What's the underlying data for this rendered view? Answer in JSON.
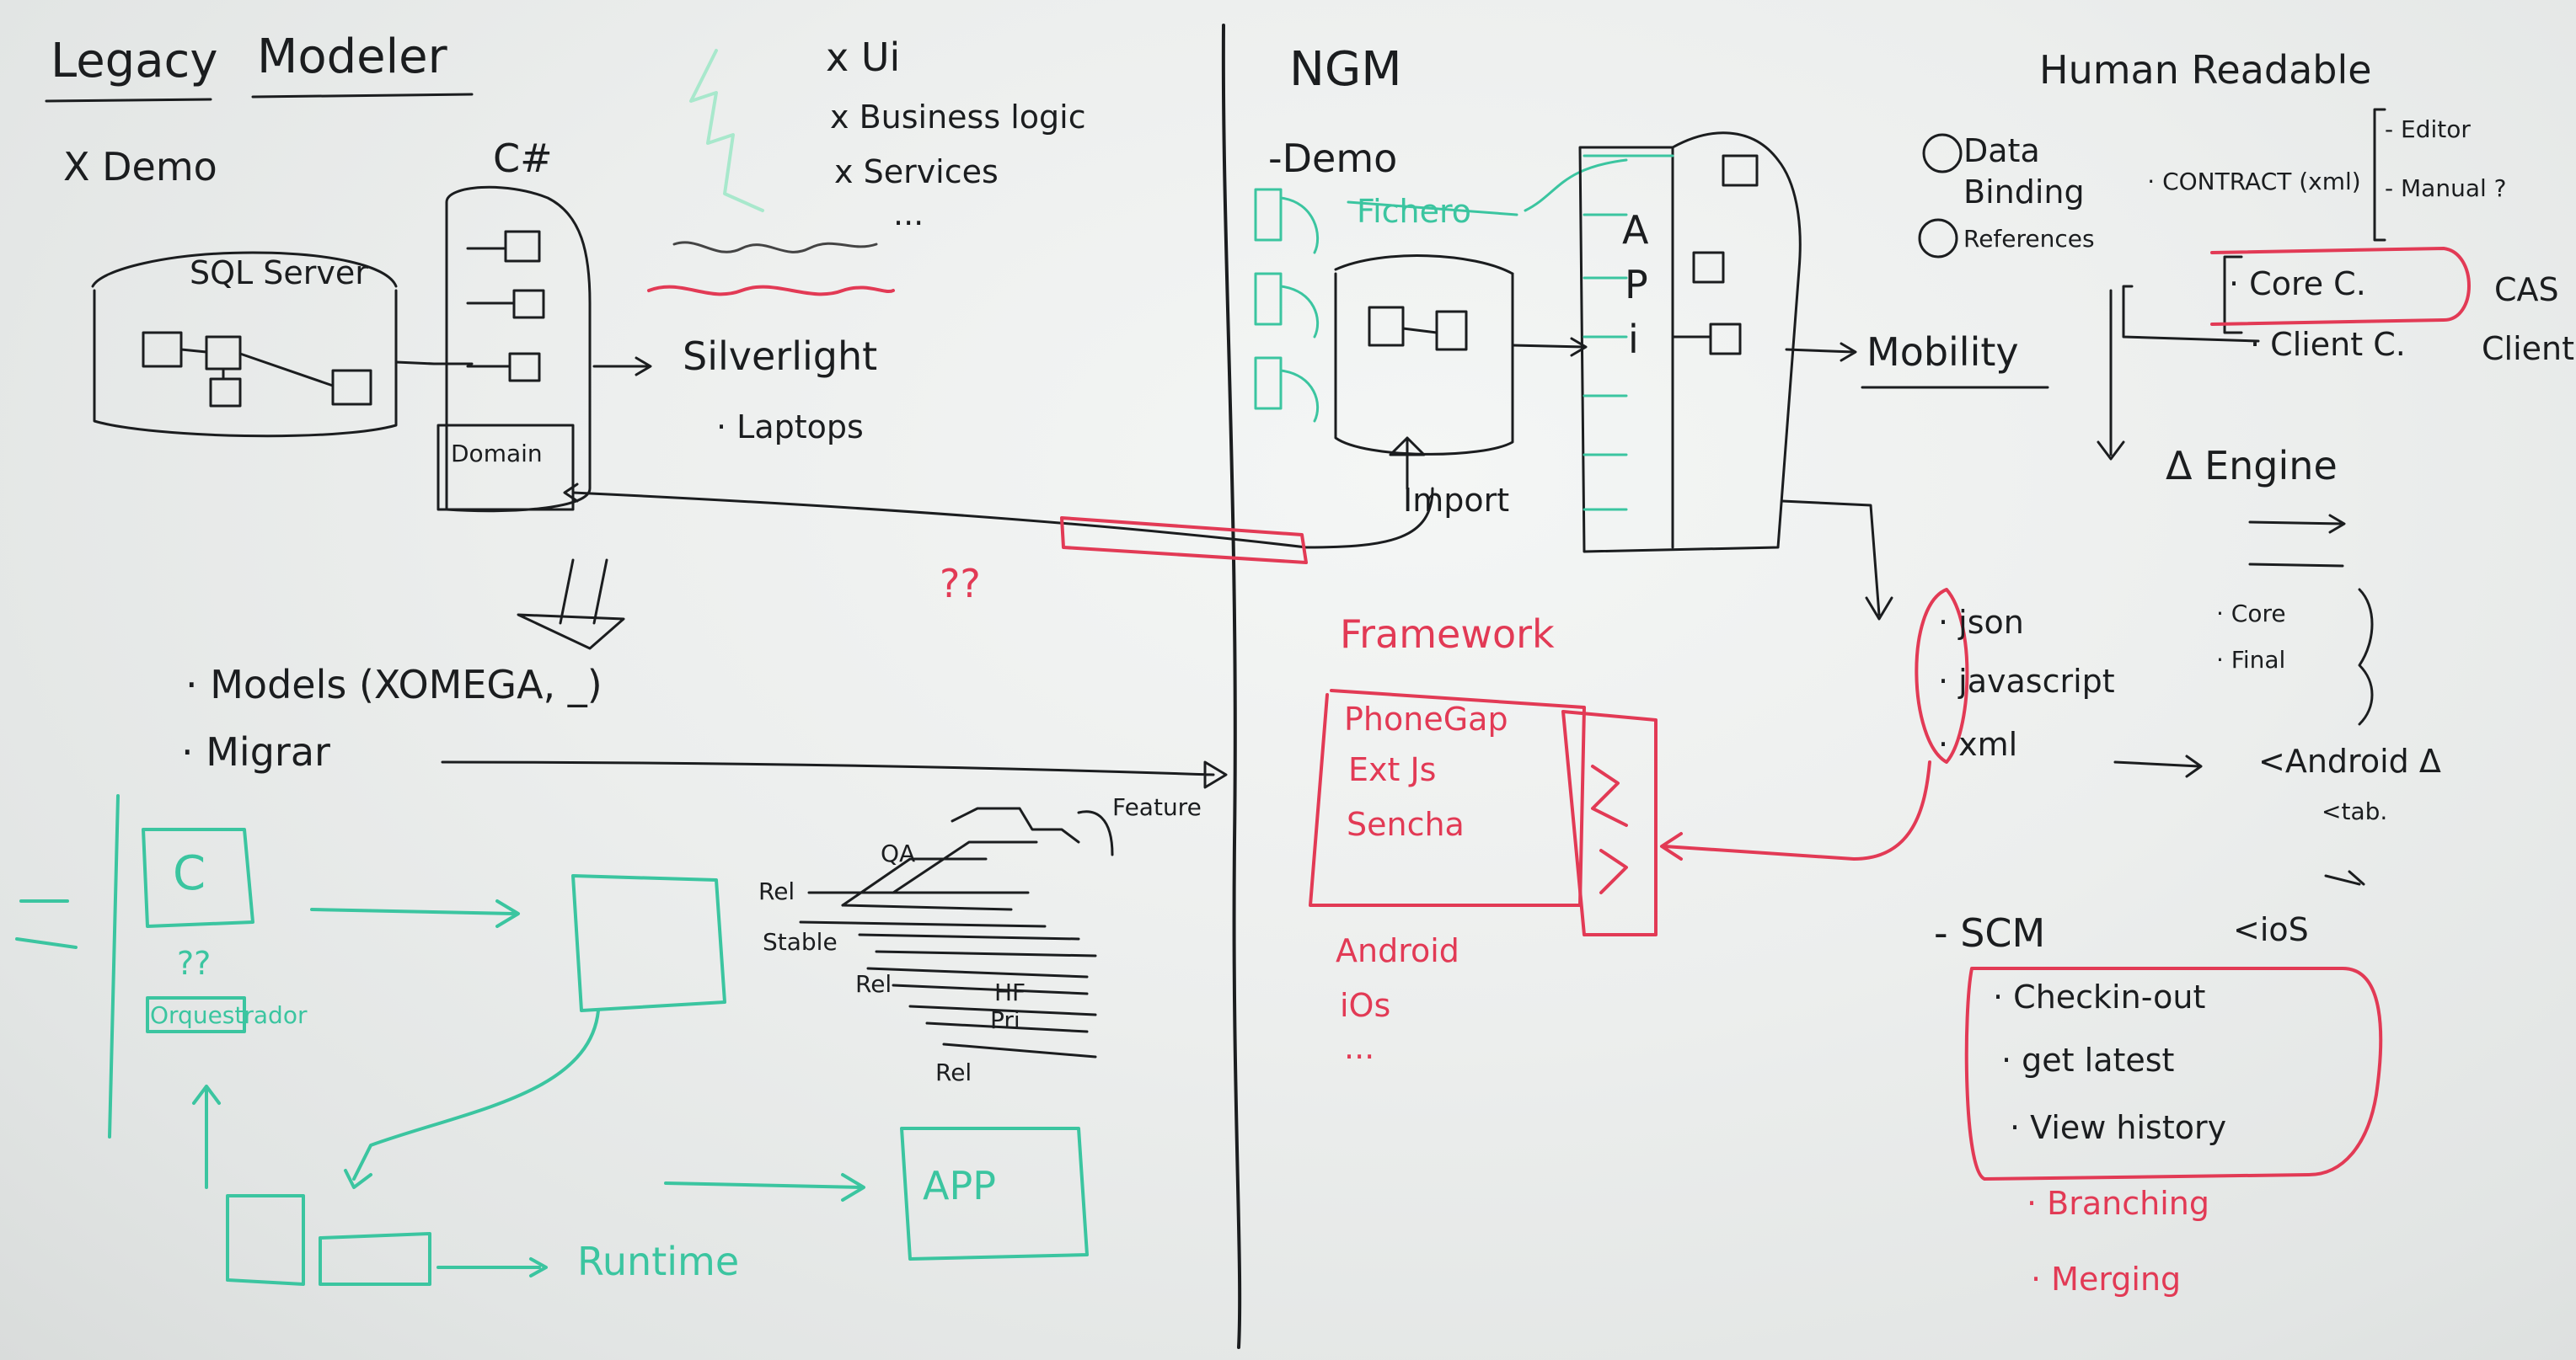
{
  "colors": {
    "marker_black": "#1b1d1f",
    "marker_red": "#e23a55",
    "marker_green": "#3bc5a0",
    "board": "#eceeed"
  },
  "left": {
    "heading_legacy": "Legacy",
    "heading_modeler": "Modeler",
    "demo": "X Demo",
    "ui_list": [
      "x Ui",
      "x Business logic",
      "x Services",
      "..."
    ],
    "csharp": "C#",
    "sqlserver": "SQL Server",
    "domain": "Domain",
    "silverlight": "Silverlight",
    "laptops": "· Laptops",
    "question": "??",
    "models": "· Models (XOMEGA, _)",
    "migrar": "· Migrar",
    "green_c": "C",
    "green_question": "??",
    "green_orchestrator": "Orquestrador",
    "green_runtime": "Runtime",
    "green_app": "APP",
    "branch_feature": "Feature",
    "branch_qa": "QA",
    "branch_rel": "Rel",
    "branch_stable": "Stable",
    "branch_rel2": "Rel",
    "branch_hf": "HF",
    "branch_pri": "Pri",
    "branch_rel3": "Rel"
  },
  "right": {
    "ngm": "NGM",
    "demo": "-Demo",
    "fichero": "Fichero",
    "api": [
      "A",
      "P",
      "i"
    ],
    "import": "Import",
    "mobility": "Mobility",
    "human_readable": "Human Readable",
    "data_binding": "Data Binding",
    "references": "References",
    "contract": "· CONTRACT (xml)",
    "editor": "- Editor",
    "manual": "- Manual ?",
    "core_c": "· Core C.",
    "client_c": "· Client C.",
    "cas": "CAS",
    "client": "Client",
    "engine": "Δ Engine",
    "core": "· Core",
    "final": "· Final",
    "formats": [
      "· json",
      "· javascript",
      "· xml"
    ],
    "android_tri": "<Android Δ",
    "tablet": "<tab.",
    "ios": "<ioS",
    "framework": "Framework",
    "framework_items": [
      "PhoneGap",
      "Ext Js",
      "Sencha"
    ],
    "platforms": [
      "Android",
      "iOs",
      "..."
    ],
    "scm": "- SCM",
    "scm_items": [
      "· Checkin-out",
      "· get latest",
      "· View history"
    ],
    "scm_red_items": [
      "· Branching",
      "· Merging"
    ]
  }
}
